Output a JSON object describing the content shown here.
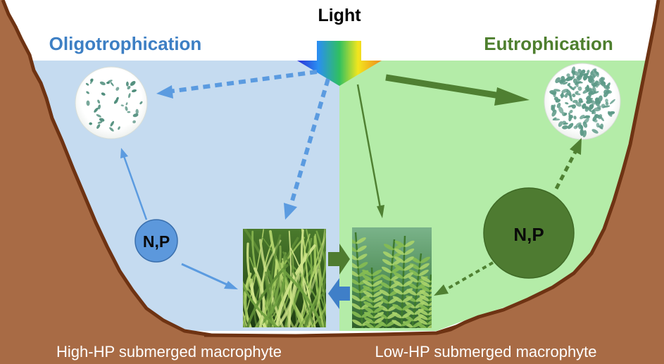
{
  "title": "Light",
  "left_label": "Oligotrophication",
  "right_label": "Eutrophication",
  "left_nutrients": "N,P",
  "right_nutrients": "N,P",
  "left_caption": "High-HP submerged macrophyte",
  "right_caption": "Low-HP submerged macrophyte",
  "colors": {
    "left_water": "#c5dbf0",
    "right_water": "#b4eca8",
    "left_accent": "#4f8fd6",
    "right_accent": "#4f8032",
    "left_label_color": "#3d7fc4",
    "right_label_color": "#4e7f2e",
    "bank": "#a86b45",
    "bank_edge": "#6e3313",
    "left_np_fill": "#5c98dc",
    "right_np_fill": "#4e7b31"
  },
  "icons": {
    "light_arrow": "gradient-down-arrow",
    "sparse_phytoplankton": "sparse-algae-circle",
    "dense_phytoplankton": "dense-algae-circle",
    "tall_plants": "tall-grass-macrophyte-photo",
    "short_plants": "short-leafy-macrophyte-photo"
  }
}
